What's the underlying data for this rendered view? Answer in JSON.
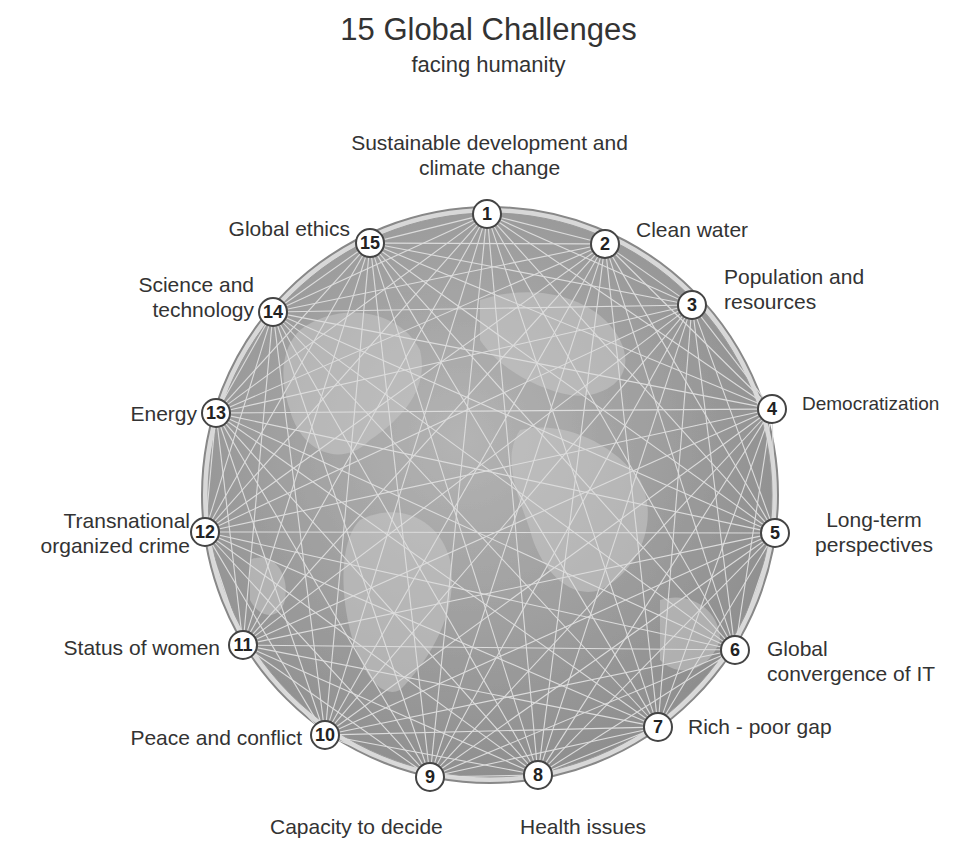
{
  "diagram": {
    "title": "15 Global Challenges",
    "nodes": [
      {
        "text": [
          "1",
          "Sustainable development and climate change"
        ]
      },
      {
        "text": [
          "2",
          "Clean water"
        ]
      },
      {
        "text": [
          "3",
          "Population and resources"
        ]
      },
      {
        "text": [
          "4",
          "Democratization"
        ]
      },
      {
        "text": [
          "5",
          "Long-term perspectives"
        ]
      },
      {
        "text": [
          "6",
          "Global convergence of IT"
        ]
      },
      {
        "text": [
          "7",
          "Rich - poor gap"
        ]
      },
      {
        "text": [
          "8",
          "Health issues"
        ]
      },
      {
        "text": [
          "9",
          "Capacity to decide"
        ]
      },
      {
        "text": [
          "10",
          "Peace and conflict"
        ]
      },
      {
        "text": [
          "11",
          "Status of women"
        ]
      },
      {
        "text": [
          "12",
          "Transnational organized crime"
        ]
      },
      {
        "text": [
          "13",
          "Energy"
        ]
      },
      {
        "text": [
          "14",
          "Science and technology"
        ]
      },
      {
        "text": [
          "15",
          "Global ethics"
        ]
      }
    ],
    "edges": [
      {
        "from": 0,
        "to": 1,
        "arrow": "none"
      },
      {
        "from": 0,
        "to": 2,
        "arrow": "none"
      },
      {
        "from": 0,
        "to": 3,
        "arrow": "none"
      },
      {
        "from": 0,
        "to": 4,
        "arrow": "none"
      },
      {
        "from": 0,
        "to": 5,
        "arrow": "none"
      },
      {
        "from": 0,
        "to": 6,
        "arrow": "none"
      },
      {
        "from": 0,
        "to": 7,
        "arrow": "none"
      },
      {
        "from": 0,
        "to": 8,
        "arrow": "none"
      },
      {
        "from": 0,
        "to": 9,
        "arrow": "none"
      },
      {
        "from": 0,
        "to": 10,
        "arrow": "none"
      },
      {
        "from": 0,
        "to": 11,
        "arrow": "none"
      },
      {
        "from": 0,
        "to": 12,
        "arrow": "none"
      },
      {
        "from": 0,
        "to": 13,
        "arrow": "none"
      },
      {
        "from": 0,
        "to": 14,
        "arrow": "none"
      },
      {
        "from": 1,
        "to": 2,
        "arrow": "none"
      },
      {
        "from": 1,
        "to": 3,
        "arrow": "none"
      },
      {
        "from": 1,
        "to": 4,
        "arrow": "none"
      },
      {
        "from": 1,
        "to": 5,
        "arrow": "none"
      },
      {
        "from": 1,
        "to": 6,
        "arrow": "none"
      },
      {
        "from": 1,
        "to": 7,
        "arrow": "none"
      },
      {
        "from": 1,
        "to": 8,
        "arrow": "none"
      },
      {
        "from": 1,
        "to": 9,
        "arrow": "none"
      },
      {
        "from": 1,
        "to": 10,
        "arrow": "none"
      },
      {
        "from": 1,
        "to": 11,
        "arrow": "none"
      },
      {
        "from": 1,
        "to": 12,
        "arrow": "none"
      },
      {
        "from": 1,
        "to": 13,
        "arrow": "none"
      },
      {
        "from": 1,
        "to": 14,
        "arrow": "none"
      },
      {
        "from": 2,
        "to": 3,
        "arrow": "none"
      },
      {
        "from": 2,
        "to": 4,
        "arrow": "none"
      },
      {
        "from": 2,
        "to": 5,
        "arrow": "none"
      },
      {
        "from": 2,
        "to": 6,
        "arrow": "none"
      },
      {
        "from": 2,
        "to": 7,
        "arrow": "none"
      },
      {
        "from": 2,
        "to": 8,
        "arrow": "none"
      },
      {
        "from": 2,
        "to": 9,
        "arrow": "none"
      },
      {
        "from": 2,
        "to": 10,
        "arrow": "none"
      },
      {
        "from": 2,
        "to": 11,
        "arrow": "none"
      },
      {
        "from": 2,
        "to": 12,
        "arrow": "none"
      },
      {
        "from": 2,
        "to": 13,
        "arrow": "none"
      },
      {
        "from": 2,
        "to": 14,
        "arrow": "none"
      },
      {
        "from": 3,
        "to": 4,
        "arrow": "none"
      },
      {
        "from": 3,
        "to": 5,
        "arrow": "none"
      },
      {
        "from": 3,
        "to": 6,
        "arrow": "none"
      },
      {
        "from": 3,
        "to": 7,
        "arrow": "none"
      },
      {
        "from": 3,
        "to": 8,
        "arrow": "none"
      },
      {
        "from": 3,
        "to": 9,
        "arrow": "none"
      },
      {
        "from": 3,
        "to": 10,
        "arrow": "none"
      },
      {
        "from": 3,
        "to": 11,
        "arrow": "none"
      },
      {
        "from": 3,
        "to": 12,
        "arrow": "none"
      },
      {
        "from": 3,
        "to": 13,
        "arrow": "none"
      },
      {
        "from": 3,
        "to": 14,
        "arrow": "none"
      },
      {
        "from": 4,
        "to": 5,
        "arrow": "none"
      },
      {
        "from": 4,
        "to": 6,
        "arrow": "none"
      },
      {
        "from": 4,
        "to": 7,
        "arrow": "none"
      },
      {
        "from": 4,
        "to": 8,
        "arrow": "none"
      },
      {
        "from": 4,
        "to": 9,
        "arrow": "none"
      },
      {
        "from": 4,
        "to": 10,
        "arrow": "none"
      },
      {
        "from": 4,
        "to": 11,
        "arrow": "none"
      },
      {
        "from": 4,
        "to": 12,
        "arrow": "none"
      },
      {
        "from": 4,
        "to": 13,
        "arrow": "none"
      },
      {
        "from": 4,
        "to": 14,
        "arrow": "none"
      },
      {
        "from": 5,
        "to": 6,
        "arrow": "none"
      },
      {
        "from": 5,
        "to": 7,
        "arrow": "none"
      },
      {
        "from": 5,
        "to": 8,
        "arrow": "none"
      },
      {
        "from": 5,
        "to": 9,
        "arrow": "none"
      },
      {
        "from": 5,
        "to": 10,
        "arrow": "none"
      },
      {
        "from": 5,
        "to": 11,
        "arrow": "none"
      },
      {
        "from": 5,
        "to": 12,
        "arrow": "none"
      },
      {
        "from": 5,
        "to": 13,
        "arrow": "none"
      },
      {
        "from": 5,
        "to": 14,
        "arrow": "none"
      },
      {
        "from": 6,
        "to": 7,
        "arrow": "none"
      },
      {
        "from": 6,
        "to": 8,
        "arrow": "none"
      },
      {
        "from": 6,
        "to": 9,
        "arrow": "none"
      },
      {
        "from": 6,
        "to": 10,
        "arrow": "none"
      },
      {
        "from": 6,
        "to": 11,
        "arrow": "none"
      },
      {
        "from": 6,
        "to": 12,
        "arrow": "none"
      },
      {
        "from": 6,
        "to": 13,
        "arrow": "none"
      },
      {
        "from": 6,
        "to": 14,
        "arrow": "none"
      },
      {
        "from": 7,
        "to": 8,
        "arrow": "none"
      },
      {
        "from": 7,
        "to": 9,
        "arrow": "none"
      },
      {
        "from": 7,
        "to": 10,
        "arrow": "none"
      },
      {
        "from": 7,
        "to": 11,
        "arrow": "none"
      },
      {
        "from": 7,
        "to": 12,
        "arrow": "none"
      },
      {
        "from": 7,
        "to": 13,
        "arrow": "none"
      },
      {
        "from": 7,
        "to": 14,
        "arrow": "none"
      },
      {
        "from": 8,
        "to": 9,
        "arrow": "none"
      },
      {
        "from": 8,
        "to": 10,
        "arrow": "none"
      },
      {
        "from": 8,
        "to": 11,
        "arrow": "none"
      },
      {
        "from": 8,
        "to": 12,
        "arrow": "none"
      },
      {
        "from": 8,
        "to": 13,
        "arrow": "none"
      },
      {
        "from": 8,
        "to": 14,
        "arrow": "none"
      },
      {
        "from": 9,
        "to": 10,
        "arrow": "none"
      },
      {
        "from": 9,
        "to": 11,
        "arrow": "none"
      },
      {
        "from": 9,
        "to": 12,
        "arrow": "none"
      },
      {
        "from": 9,
        "to": 13,
        "arrow": "none"
      },
      {
        "from": 9,
        "to": 14,
        "arrow": "none"
      },
      {
        "from": 10,
        "to": 11,
        "arrow": "none"
      },
      {
        "from": 10,
        "to": 12,
        "arrow": "none"
      },
      {
        "from": 10,
        "to": 13,
        "arrow": "none"
      },
      {
        "from": 10,
        "to": 14,
        "arrow": "none"
      },
      {
        "from": 11,
        "to": 12,
        "arrow": "none"
      },
      {
        "from": 11,
        "to": 13,
        "arrow": "none"
      },
      {
        "from": 11,
        "to": 14,
        "arrow": "none"
      },
      {
        "from": 12,
        "to": 13,
        "arrow": "none"
      },
      {
        "from": 12,
        "to": 14,
        "arrow": "none"
      },
      {
        "from": 13,
        "to": 14,
        "arrow": "none"
      }
    ],
    "labels": [
      "facing humanity"
    ]
  }
}
